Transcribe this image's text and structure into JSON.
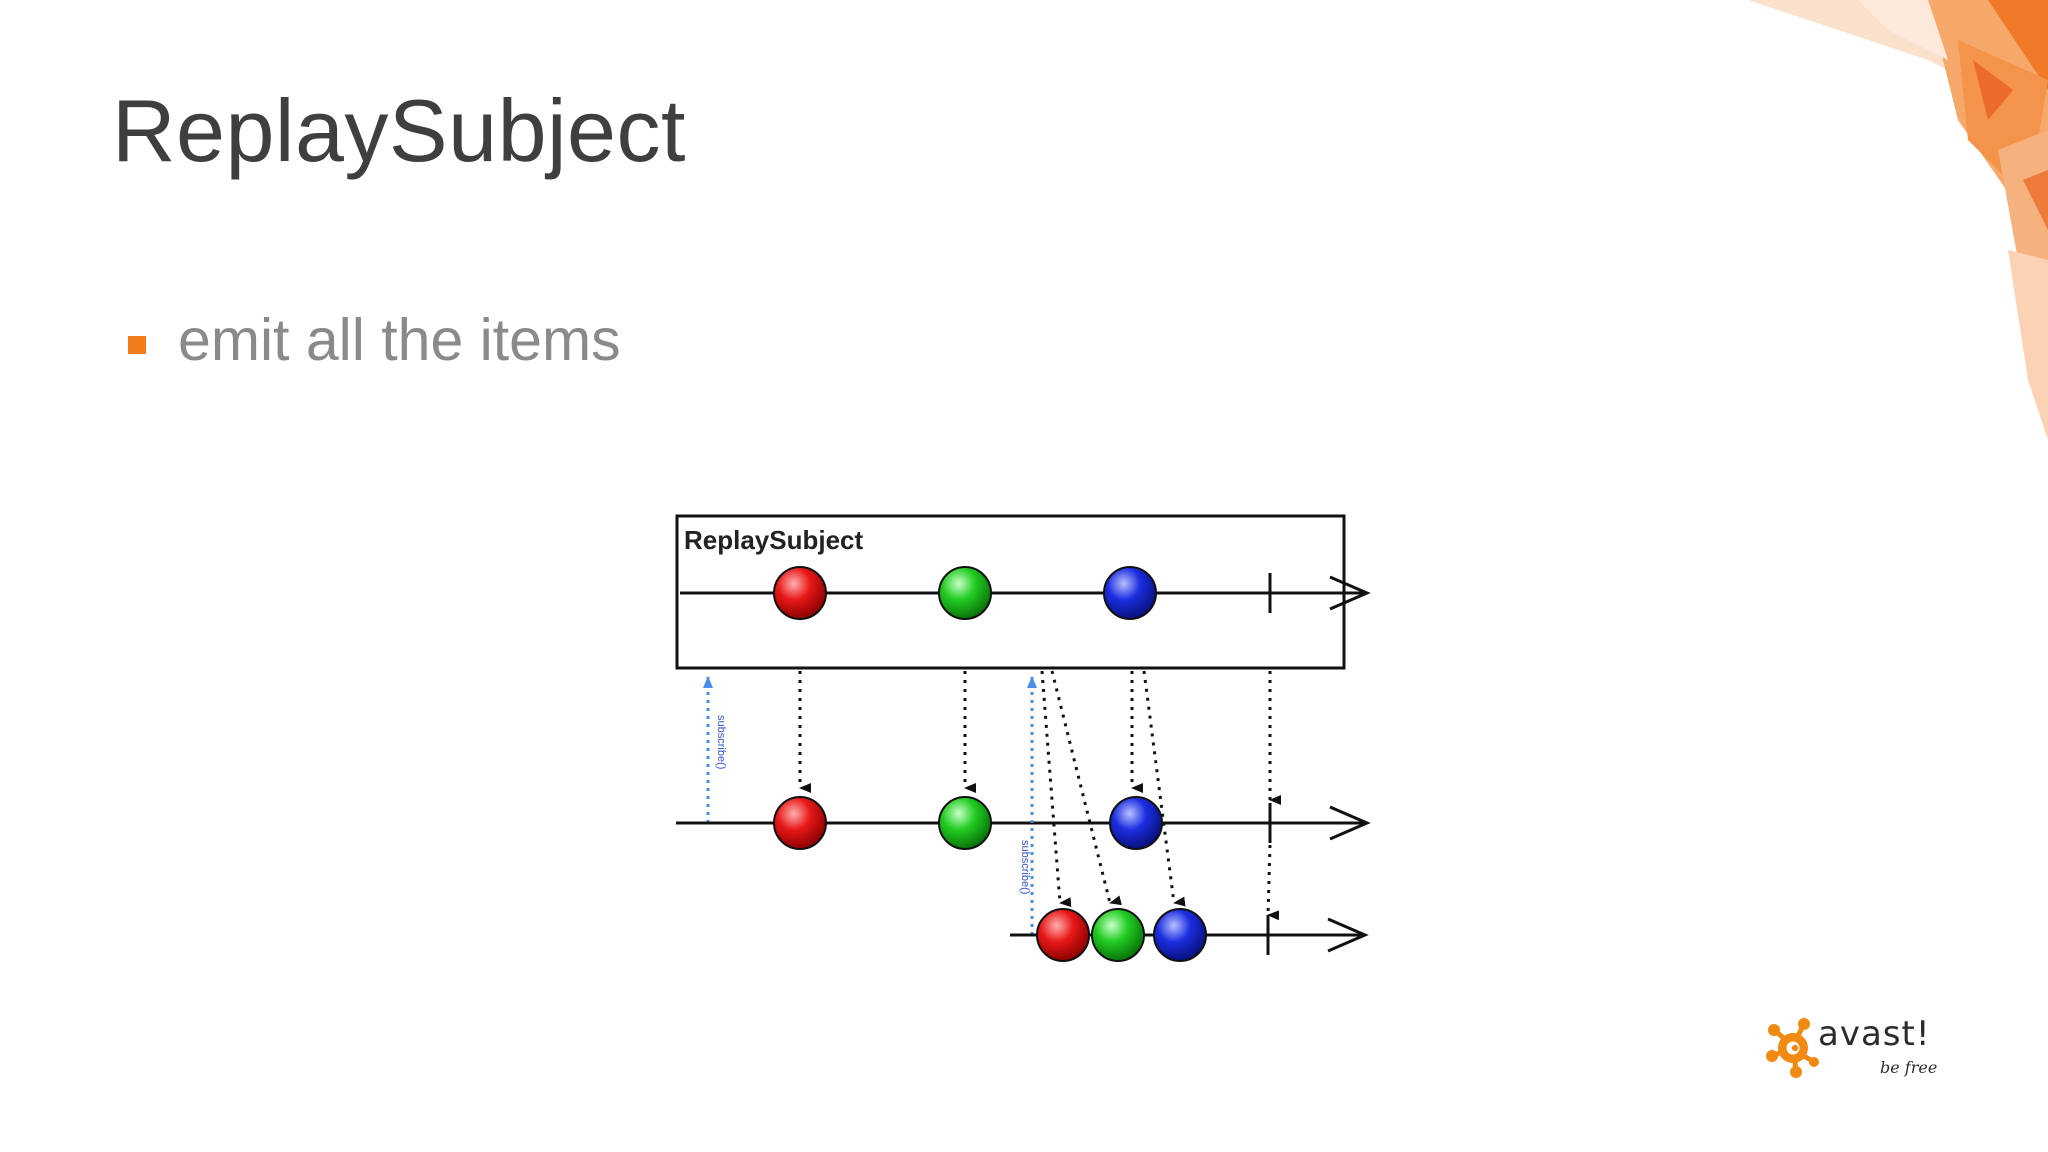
{
  "slide": {
    "title": "ReplaySubject",
    "bullets": [
      {
        "text": "emit all the items"
      }
    ],
    "accent_color": "#f07d1a"
  },
  "diagram": {
    "box_label": "ReplaySubject",
    "subscribe_label_1": "subscribe()",
    "subscribe_label_2": "subscribe()",
    "marble_colors": {
      "red": "#e01010",
      "green": "#18c018",
      "blue": "#1a2ad8"
    }
  },
  "logo": {
    "wordmark": "avast!",
    "tagline": "be free",
    "mark_color": "#f08a10"
  }
}
